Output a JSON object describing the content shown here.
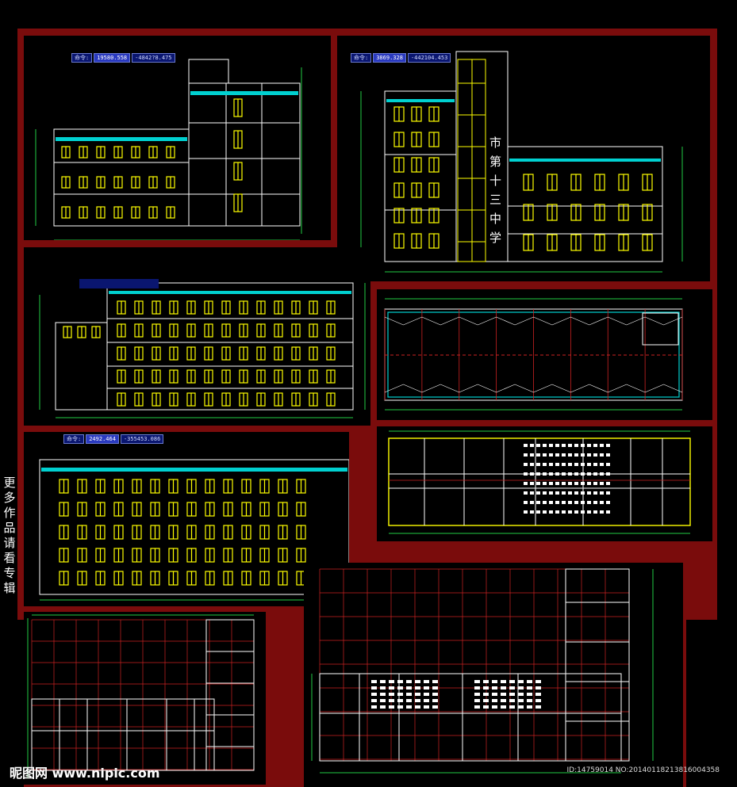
{
  "side_text": [
    "更",
    "多",
    "作",
    "品",
    "请",
    "看",
    "专",
    "辑"
  ],
  "watermark": {
    "logo": "昵图网",
    "url": "www.nipic.com",
    "id": "ID:14759014 NO:20140118213816004358"
  },
  "command_bars": [
    {
      "label": "命令:",
      "value1": "19580.558",
      "value2": "-4842?8.475"
    },
    {
      "label": "命令:",
      "value1": "3869.328",
      "value2": "-442104.453"
    },
    {
      "label": "命令:",
      "value1": "2492.464",
      "value2": "-355453.086"
    }
  ],
  "school_sign": [
    "市",
    "第",
    "十",
    "三",
    "中",
    "学"
  ],
  "colors": {
    "frame": "#7a0c0c",
    "cad_background": "#000000",
    "window": "#ffff00",
    "wall": "#ffffff",
    "grid_red": "#cc2222",
    "dimension_green": "#22cc44",
    "cyan": "#00e5e5",
    "command_bg": "#0a1670"
  }
}
